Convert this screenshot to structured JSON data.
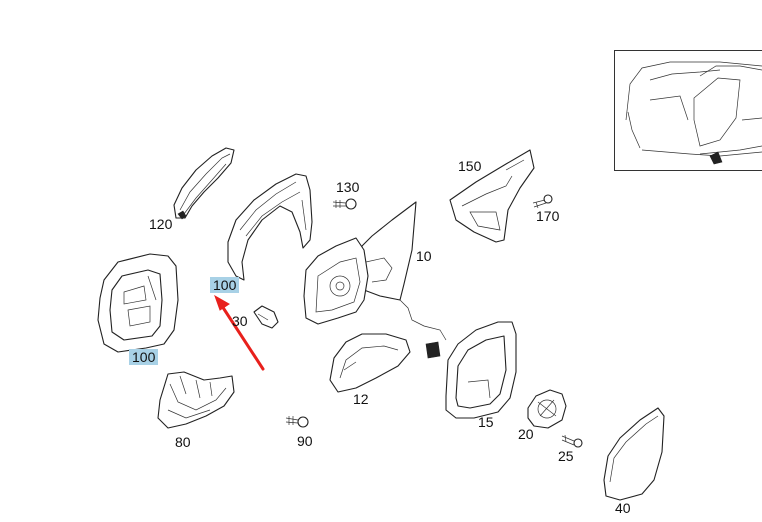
{
  "callouts": {
    "p10": "10",
    "p12": "12",
    "p15": "15",
    "p20": "20",
    "p25": "25",
    "p30": "30",
    "p40": "40",
    "p80": "80",
    "p90": "90",
    "p100a": "100",
    "p100b": "100",
    "p120": "120",
    "p130": "130",
    "p150": "150",
    "p170": "170"
  },
  "colors": {
    "highlight": "#a8d1e6",
    "arrow": "#e8201c",
    "line": "#222222"
  }
}
